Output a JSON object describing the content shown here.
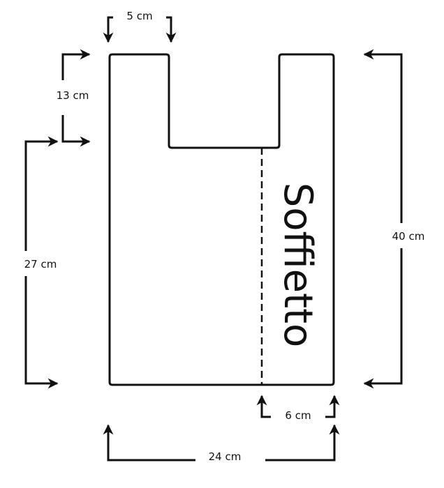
{
  "title": "Soffietto",
  "dimensions": {
    "handle_width": "5 cm",
    "handle_height": "13 cm",
    "body_height": "27 cm",
    "total_height": "40 cm",
    "gusset_width": "6 cm",
    "total_width": "24 cm"
  },
  "colors": {
    "line": "#111111",
    "background": "#ffffff"
  }
}
